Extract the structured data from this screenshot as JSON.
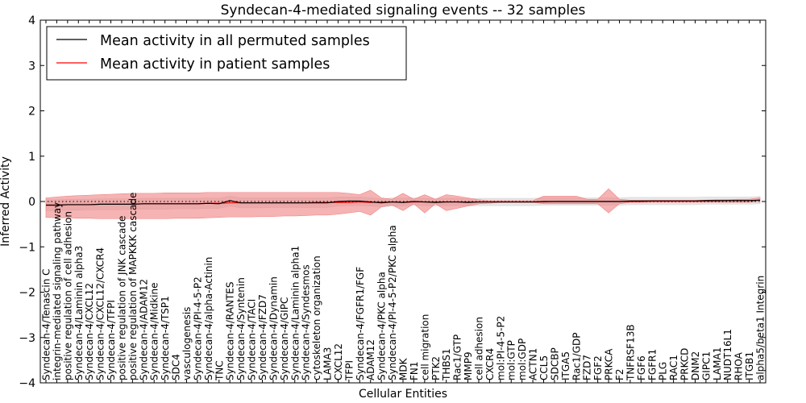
{
  "chart_data": {
    "type": "line",
    "title": "Syndecan-4-mediated signaling events -- 32 samples",
    "xlabel": "Cellular Entities",
    "ylabel": "Inferred Activity",
    "ylim": [
      -4,
      4
    ],
    "yticks": [
      -4,
      -3,
      -2,
      -1,
      0,
      1,
      2,
      3,
      4
    ],
    "grid": false,
    "legend": "upper left",
    "categories": [
      "Syndecan-4/Tenascin C",
      "integrin-mediated signaling pathway",
      "positive regulation of cell adhesion",
      "Syndecan-4/Laminin alpha3",
      "Syndecan-4/CXCL12",
      "Syndecan-4/CXCL12/CXCR4",
      "Syndecan-4/TFPI",
      "positive regulation of JNK cascade",
      "positive regulation of MAPKKK cascade",
      "Syndecan-4/ADAM12",
      "Syndecan-4/Midkine",
      "Syndecan-4/TSP1",
      "SDC4",
      "vasculogenesis",
      "Syndecan-4/PI-4-5-P2",
      "Syndecan-4/alpha-Actinin",
      "TNC",
      "Syndecan-4/RANTES",
      "Syndecan-4/Syntenin",
      "Syndecan-4/TACI",
      "Syndecan-4/FZD7",
      "Syndecan-4/Dynamin",
      "Syndecan-4/GIPC",
      "Syndecan-4/Laminin alpha1",
      "Syndecan-4/Syndesmos",
      "cytoskeleton organization",
      "LAMA3",
      "CXCL12",
      "TFPI",
      "Syndecan-4/FGFR1/FGF",
      "ADAM12",
      "Syndecan-4/PKC alpha",
      "Syndecan-4/PI-4-5-P2/PKC alpha",
      "MDK",
      "FN1",
      "cell migration",
      "PTK2",
      "THBS1",
      "Rac1/GTP",
      "MMP9",
      "cell adhesion",
      "CXCR4",
      "mol:PI-4-5-P2",
      "mol:GTP",
      "mol:GDP",
      "ACTN1",
      "CCL5",
      "SDCBP",
      "ITGA5",
      "Rac1/GDP",
      "FZD7",
      "FGF2",
      "PRKCA",
      "F2",
      "TNFRSF13B",
      "FGF6",
      "FGFR1",
      "PLG",
      "RAC1",
      "PRKCD",
      "DNM2",
      "GIPC1",
      "LAMA1",
      "NUDT16L1",
      "RHOA",
      "ITGB1",
      "alpha5/beta1 Integrin"
    ],
    "series": [
      {
        "name": "Mean activity in all permuted samples",
        "color": "#000000",
        "band_color": "#d3d3d3",
        "values": [
          -0.08,
          -0.08,
          -0.07,
          -0.07,
          -0.07,
          -0.06,
          -0.06,
          -0.06,
          -0.06,
          -0.05,
          -0.05,
          -0.05,
          -0.05,
          -0.05,
          -0.05,
          -0.04,
          -0.05,
          0.02,
          -0.03,
          -0.03,
          -0.03,
          -0.03,
          -0.03,
          -0.03,
          -0.03,
          -0.03,
          -0.03,
          0.0,
          0.01,
          0.01,
          -0.01,
          -0.03,
          -0.01,
          -0.02,
          0.0,
          -0.01,
          -0.02,
          -0.01,
          -0.01,
          -0.02,
          -0.01,
          -0.01,
          -0.01,
          -0.01,
          -0.01,
          -0.01,
          0.0,
          0.0,
          0.0,
          0.0,
          0.0,
          0.0,
          0.0,
          0.0,
          0.01,
          0.01,
          0.01,
          0.01,
          0.01,
          0.01,
          0.01,
          0.02,
          0.02,
          0.02,
          0.02,
          0.02,
          0.03
        ],
        "lower": [
          -0.2,
          -0.2,
          -0.19,
          -0.19,
          -0.18,
          -0.18,
          -0.18,
          -0.18,
          -0.17,
          -0.17,
          -0.17,
          -0.17,
          -0.16,
          -0.16,
          -0.16,
          -0.15,
          -0.15,
          -0.1,
          -0.14,
          -0.14,
          -0.14,
          -0.13,
          -0.13,
          -0.13,
          -0.13,
          -0.13,
          -0.13,
          -0.1,
          -0.09,
          -0.09,
          -0.1,
          -0.12,
          -0.1,
          -0.1,
          -0.08,
          -0.09,
          -0.1,
          -0.09,
          -0.09,
          -0.1,
          -0.09,
          -0.09,
          -0.09,
          -0.09,
          -0.09,
          -0.09,
          -0.08,
          -0.08,
          -0.08,
          -0.08,
          -0.08,
          -0.08,
          -0.08,
          -0.08,
          -0.07,
          -0.07,
          -0.07,
          -0.07,
          -0.07,
          -0.07,
          -0.07,
          -0.06,
          -0.06,
          -0.06,
          -0.06,
          -0.06,
          -0.05
        ],
        "upper": [
          0.04,
          0.04,
          0.05,
          0.05,
          0.05,
          0.06,
          0.06,
          0.06,
          0.06,
          0.07,
          0.07,
          0.07,
          0.07,
          0.07,
          0.07,
          0.08,
          0.07,
          0.12,
          0.08,
          0.08,
          0.08,
          0.08,
          0.08,
          0.08,
          0.08,
          0.08,
          0.08,
          0.1,
          0.1,
          0.1,
          0.08,
          0.06,
          0.08,
          0.07,
          0.08,
          0.07,
          0.06,
          0.07,
          0.07,
          0.06,
          0.07,
          0.07,
          0.07,
          0.07,
          0.07,
          0.07,
          0.08,
          0.08,
          0.08,
          0.08,
          0.08,
          0.08,
          0.08,
          0.08,
          0.09,
          0.09,
          0.09,
          0.09,
          0.09,
          0.09,
          0.09,
          0.1,
          0.1,
          0.1,
          0.1,
          0.1,
          0.11
        ]
      },
      {
        "name": "Mean activity in patient samples",
        "color": "#ff0000",
        "band_color": "#f08080",
        "values": [
          -0.08,
          -0.08,
          -0.07,
          -0.07,
          -0.07,
          -0.06,
          -0.06,
          -0.06,
          -0.06,
          -0.05,
          -0.05,
          -0.05,
          -0.05,
          -0.05,
          -0.05,
          -0.04,
          -0.04,
          -0.03,
          -0.03,
          -0.03,
          -0.03,
          -0.03,
          -0.03,
          -0.03,
          -0.03,
          -0.02,
          -0.02,
          -0.02,
          -0.02,
          -0.01,
          -0.02,
          -0.01,
          -0.01,
          -0.02,
          -0.01,
          -0.01,
          -0.01,
          -0.01,
          -0.01,
          -0.01,
          -0.01,
          -0.01,
          -0.01,
          -0.01,
          -0.01,
          -0.01,
          -0.01,
          0.0,
          0.0,
          0.0,
          0.0,
          0.0,
          0.0,
          0.0,
          0.0,
          0.0,
          0.01,
          0.01,
          0.01,
          0.01,
          0.01,
          0.01,
          0.01,
          0.02,
          0.02,
          0.02,
          0.03
        ],
        "lower": [
          -0.35,
          -0.36,
          -0.36,
          -0.37,
          -0.37,
          -0.38,
          -0.38,
          -0.38,
          -0.38,
          -0.38,
          -0.38,
          -0.38,
          -0.37,
          -0.37,
          -0.37,
          -0.36,
          -0.35,
          -0.34,
          -0.34,
          -0.34,
          -0.33,
          -0.33,
          -0.32,
          -0.32,
          -0.31,
          -0.3,
          -0.3,
          -0.28,
          -0.25,
          -0.22,
          -0.3,
          -0.12,
          -0.08,
          -0.2,
          -0.05,
          -0.25,
          -0.05,
          -0.2,
          -0.15,
          -0.1,
          -0.05,
          -0.04,
          -0.02,
          -0.02,
          -0.02,
          -0.02,
          -0.05,
          -0.05,
          -0.05,
          -0.05,
          -0.05,
          -0.05,
          -0.25,
          -0.05,
          -0.02,
          -0.02,
          -0.02,
          -0.02,
          -0.02,
          -0.02,
          -0.02,
          -0.02,
          -0.02,
          -0.02,
          -0.02,
          -0.02,
          0.0
        ],
        "upper": [
          0.08,
          0.1,
          0.12,
          0.13,
          0.14,
          0.15,
          0.16,
          0.17,
          0.18,
          0.18,
          0.18,
          0.19,
          0.19,
          0.19,
          0.19,
          0.2,
          0.2,
          0.2,
          0.2,
          0.2,
          0.2,
          0.2,
          0.2,
          0.2,
          0.2,
          0.2,
          0.2,
          0.2,
          0.18,
          0.15,
          0.25,
          0.08,
          0.05,
          0.18,
          0.05,
          0.15,
          0.05,
          0.15,
          0.12,
          0.08,
          0.04,
          0.02,
          0.02,
          0.02,
          0.02,
          0.02,
          0.12,
          0.12,
          0.12,
          0.12,
          0.05,
          0.05,
          0.28,
          0.05,
          0.03,
          0.03,
          0.03,
          0.03,
          0.03,
          0.03,
          0.03,
          0.03,
          0.04,
          0.04,
          0.05,
          0.05,
          0.08
        ]
      }
    ],
    "reference_line": {
      "value": 0,
      "style": "dotted"
    }
  }
}
